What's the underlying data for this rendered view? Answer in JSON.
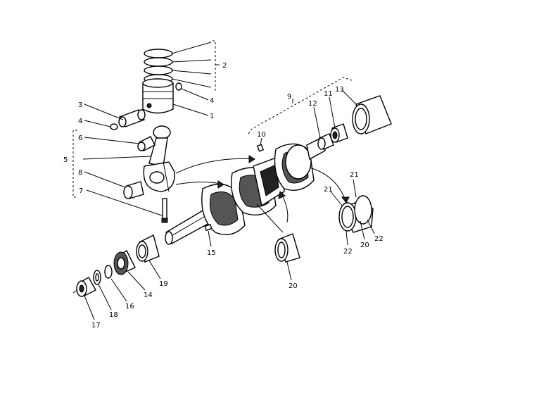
{
  "diagram": {
    "callouts": {
      "c1": "1",
      "c2": "2",
      "c3": "3",
      "c4a": "4",
      "c4b": "4",
      "c5": "5",
      "c6": "6",
      "c7": "7",
      "c8": "8",
      "c9": "9",
      "c10": "10",
      "c11": "11",
      "c12": "12",
      "c13": "13",
      "c14": "14",
      "c15": "15",
      "c16": "16",
      "c17": "17",
      "c18": "18",
      "c19": "19",
      "c20a": "20",
      "c20b": "20",
      "c21a": "21",
      "c21b": "21",
      "c22a": "22",
      "c22b": "22"
    }
  }
}
